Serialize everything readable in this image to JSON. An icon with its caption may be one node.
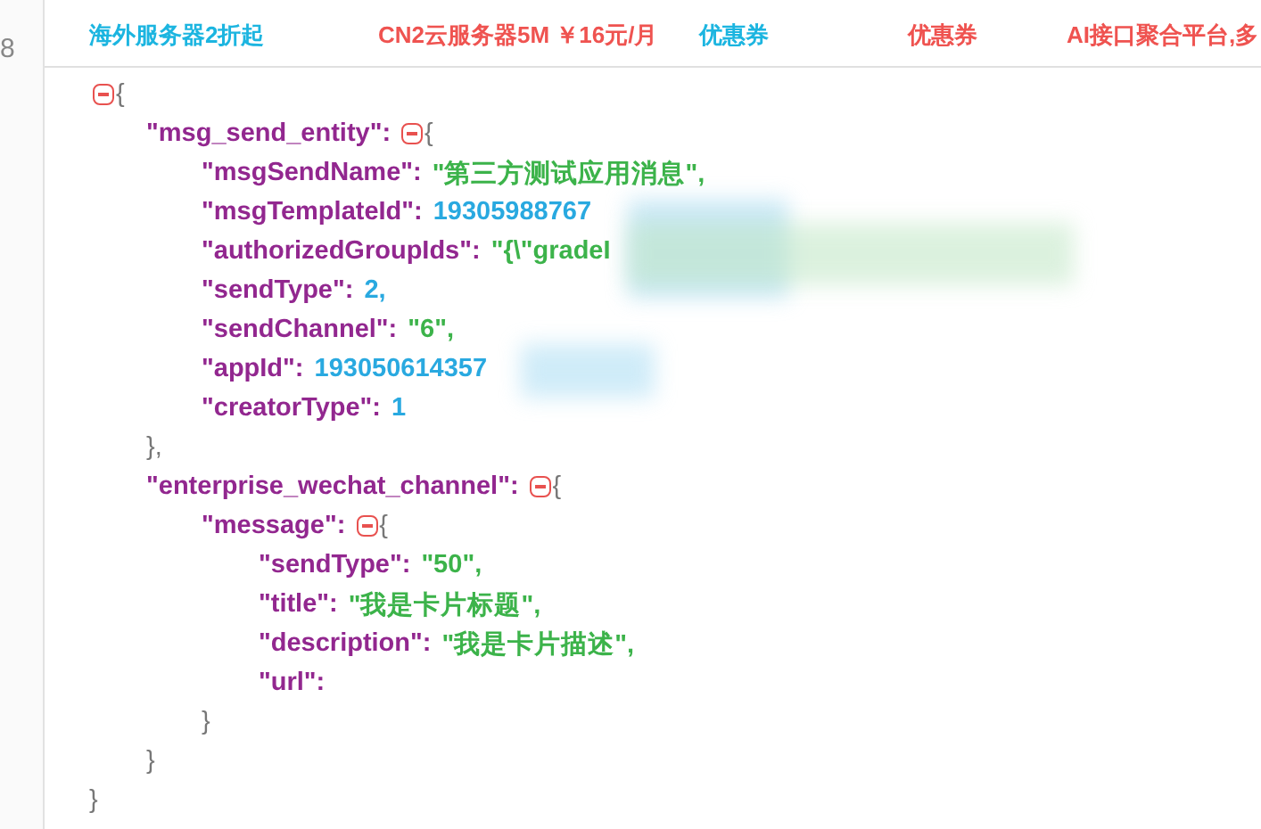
{
  "diagram": {
    "nodes": [
      {
        "text": [],
        "shape": "box"
      },
      {
        "text": [],
        "shape": "box"
      },
      {
        "text": [],
        "shape": "box"
      }
    ],
    "labels": [
      "8",
      "海外服务器2折起",
      "CN2云服务器5M ￥16元/月",
      "优惠券",
      "优惠券",
      "AI接口聚合平台,多",
      "{",
      "\"msg_send_entity\":",
      "{",
      "\"msgSendName\":",
      "\"第三方测试应用消息\",",
      "\"msgTemplateId\":",
      "19305988767",
      "\"authorizedGroupIds\":",
      "\"{\\\"gradeI",
      "\"sendType\":",
      "2,",
      "\"sendChannel\":",
      "\"6\",",
      "\"appId\":",
      "193050614357",
      "\"creatorType\":",
      "1",
      "},",
      "\"enterprise_wechat_channel\":",
      "{",
      "\"message\":",
      "{",
      "\"sendType\":",
      "\"50\",",
      "\"title\":",
      "\"我是卡片标题\",",
      "\"description\":",
      "\"我是卡片描述\",",
      "\"url\":",
      "}",
      "}",
      "}"
    ]
  }
}
